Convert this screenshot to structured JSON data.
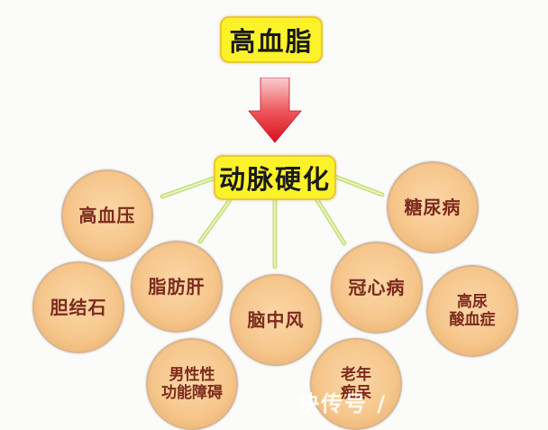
{
  "diagram": {
    "top_node": "高血脂",
    "center_node": "动脉硬化",
    "arrow": {
      "direction": "down",
      "color_top": "#f7c2c6",
      "color_bottom": "#e3121b"
    },
    "colors": {
      "box_fill": "#fbf22a",
      "box_border": "#e8c838",
      "ball_fill": "#f6c78d",
      "ball_text": "#7c2a1e",
      "spoke": "#c6e07a"
    },
    "diseases": [
      {
        "id": "hypertension",
        "lines": [
          "高血压"
        ]
      },
      {
        "id": "diabetes",
        "lines": [
          "糖尿病"
        ]
      },
      {
        "id": "fatty-liver",
        "lines": [
          "脂肪肝"
        ]
      },
      {
        "id": "coronary-heart-disease",
        "lines": [
          "冠心病"
        ]
      },
      {
        "id": "gallstones",
        "lines": [
          "胆结石"
        ]
      },
      {
        "id": "stroke",
        "lines": [
          "脑中风"
        ]
      },
      {
        "id": "hyperuricemia",
        "lines": [
          "高尿",
          "酸血症"
        ]
      },
      {
        "id": "male-sexual-dysfunction",
        "lines": [
          "男性性",
          "功能障碍"
        ]
      },
      {
        "id": "senile-dementia",
        "lines": [
          "老年",
          "痴呆"
        ]
      }
    ]
  },
  "watermark": "快传号 /"
}
